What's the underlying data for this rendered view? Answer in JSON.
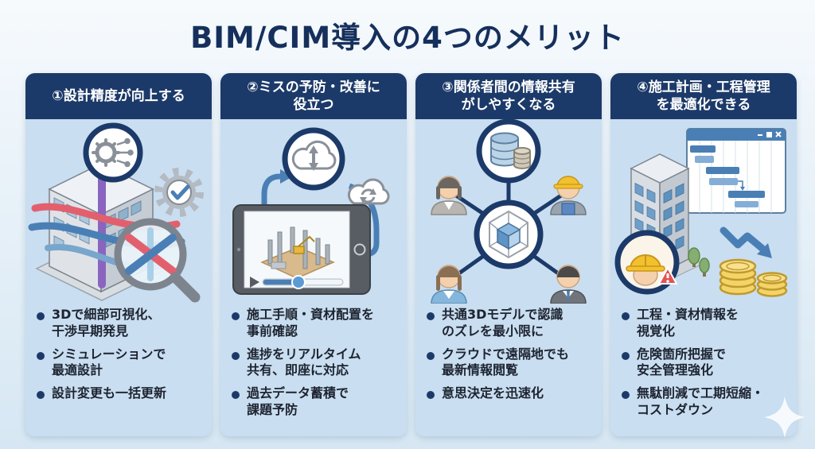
{
  "title": "BIM/CIM導入の4つのメリット",
  "colors": {
    "navy": "#1c3a69",
    "title_text": "#16305c",
    "card_bg": "#c9def0",
    "banner_text": "#ffffff",
    "accent_blue": "#4a7fb5",
    "helmet_yellow": "#f2c12d",
    "alert_red": "#e25353",
    "coin_yellow": "#f4d468"
  },
  "cards": [
    {
      "header": "①設計精度が向上する",
      "illustration": "3d-building-with-pipes-gear-check-and-clash-magnifier",
      "bullets": [
        "3Dで細部可視化、\n干渉早期発見",
        "シミュレーションで\n最適設計",
        "設計変更も一括更新"
      ]
    },
    {
      "header": "②ミスの予防・改善に\n役立つ",
      "illustration": "tablet-3d-simulation-with-cloud-sync-cycle",
      "bullets": [
        "施工手順・資材配置を\n事前確認",
        "進捗をリアルタイム\n共有、即座に対応",
        "過去データ蓄積で\n課題予防"
      ]
    },
    {
      "header": "③関係者間の情報共有\nがしやすくなる",
      "illustration": "shared-3d-model-connecting-four-stakeholders-and-database",
      "bullets": [
        "共通3Dモデルで認識\nのズレを最小限に",
        "クラウドで遠隔地でも\n最新情報閲覧",
        "意思決定を迅速化"
      ]
    },
    {
      "header": "④施工計画・工程管理\nを最適化できる",
      "illustration": "building-gantt-chart-safety-helmet-and-cost-down-coins",
      "bullets": [
        "工程・資材情報を\n視覚化",
        "危険箇所把握で\n安全管理強化",
        "無駄削減で工期短縮・\nコストダウン"
      ]
    }
  ]
}
